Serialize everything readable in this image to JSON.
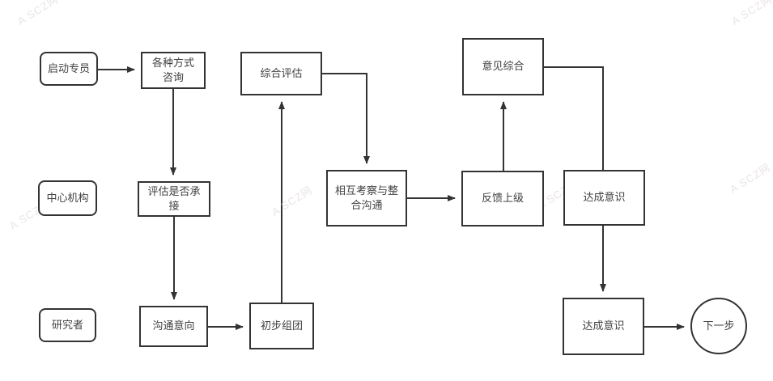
{
  "diagram": {
    "title": "cooperation-flowchart",
    "colors": {
      "line": "#333333",
      "text": "#404040",
      "node_bg": "#ffffff",
      "background": "#ffffff",
      "watermark": "#d9cfcf"
    },
    "lanes": [
      {
        "id": "starter",
        "label": "启动专员"
      },
      {
        "id": "center",
        "label": "中心机构"
      },
      {
        "id": "researcher",
        "label": "研究者"
      }
    ],
    "nodes": {
      "consult": {
        "label": "各种方式咨询",
        "shape": "rect"
      },
      "evaluate": {
        "label": "综合评估",
        "shape": "rect"
      },
      "opinion": {
        "label": "意见综合",
        "shape": "rect"
      },
      "assess": {
        "label": "评估是否承接",
        "shape": "rect"
      },
      "inspect": {
        "label": "相互考察与整合沟通",
        "shape": "rect"
      },
      "feedback": {
        "label": "反馈上级",
        "shape": "rect"
      },
      "consensus1": {
        "label": "达成意识",
        "shape": "rect"
      },
      "intent": {
        "label": "沟通意向",
        "shape": "rect"
      },
      "group": {
        "label": "初步组团",
        "shape": "rect"
      },
      "consensus2": {
        "label": "达成意识",
        "shape": "rect"
      },
      "next": {
        "label": "下一步",
        "shape": "circle"
      }
    },
    "edges": [
      {
        "from": "启动专员",
        "to": "各种方式咨询",
        "arrow": true
      },
      {
        "from": "各种方式咨询",
        "to": "评估是否承接",
        "arrow": true
      },
      {
        "from": "评估是否承接",
        "to": "沟通意向",
        "arrow": true
      },
      {
        "from": "沟通意向",
        "to": "初步组团",
        "arrow": true
      },
      {
        "from": "初步组团",
        "to": "综合评估",
        "arrow": true
      },
      {
        "from": "综合评估",
        "to": "相互考察与整合沟通",
        "arrow": true
      },
      {
        "from": "相互考察与整合沟通",
        "to": "反馈上级",
        "arrow": true
      },
      {
        "from": "反馈上级",
        "to": "意见综合",
        "arrow": true
      },
      {
        "from": "意见综合",
        "to": "达成意识(中)",
        "arrow": false
      },
      {
        "from": "达成意识(中)",
        "to": "达成意识(下)",
        "arrow": true
      },
      {
        "from": "达成意识(下)",
        "to": "下一步",
        "arrow": true
      }
    ],
    "watermark": {
      "text": "A SCZ网"
    }
  }
}
